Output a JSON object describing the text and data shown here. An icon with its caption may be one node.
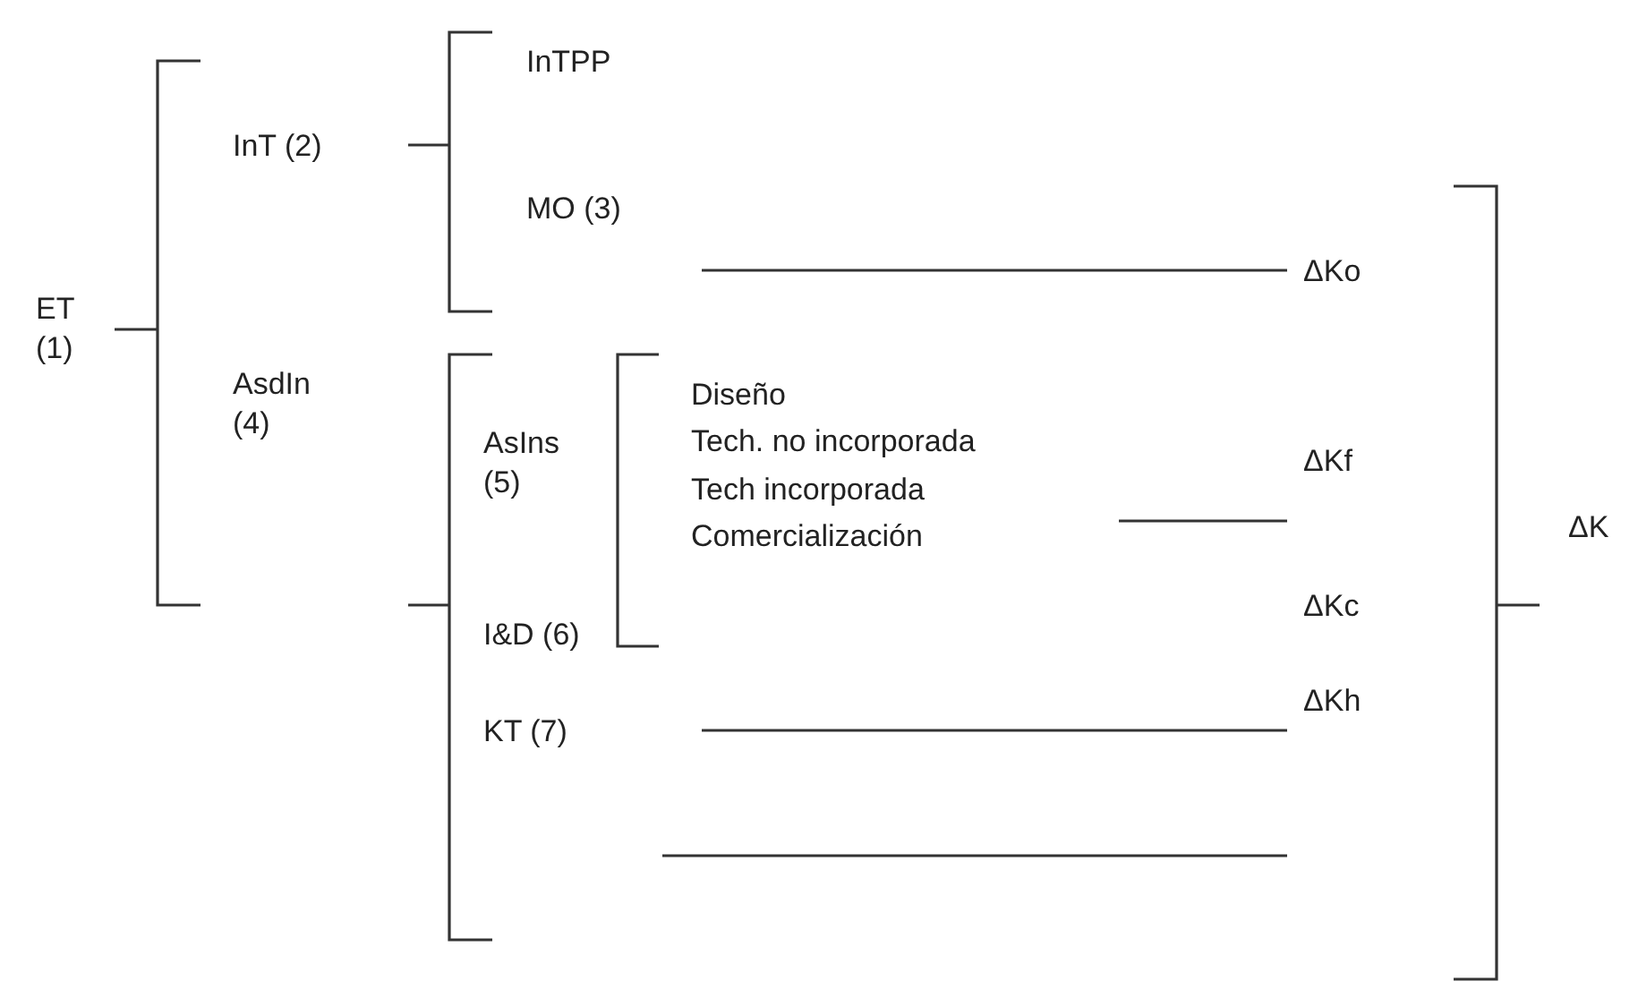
{
  "diagram": {
    "labels": [
      "InTPP",
      "InT (2)",
      "MO (3)",
      "ΔKo",
      "ET (1)",
      "Diseño",
      "AsdIn (4)",
      "Tech. no incorporada",
      "AsIns (5)",
      "ΔKf",
      "Tech incorporada",
      "ΔK",
      "Comercialización",
      "ΔKc",
      "I&D (6)",
      "ΔKh",
      "KT (7)"
    ]
  }
}
